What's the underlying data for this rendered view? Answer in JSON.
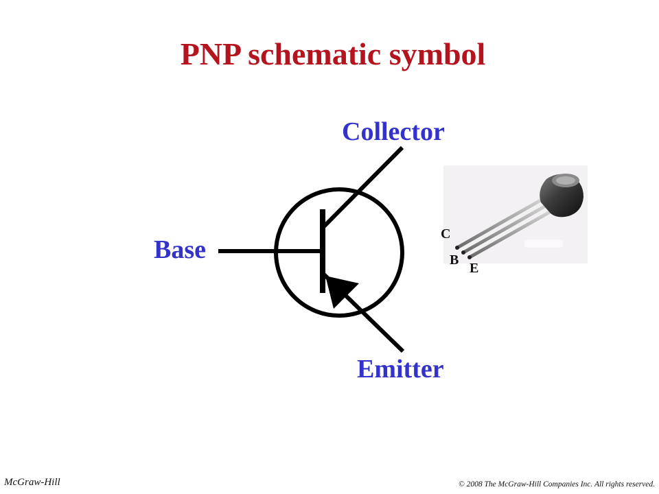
{
  "slide": {
    "title": "PNP schematic symbol",
    "title_color": "#b4141e",
    "label_color": "#3333cc"
  },
  "labels": {
    "collector": "Collector",
    "base": "Base",
    "emitter": "Emitter"
  },
  "transistor_photo": {
    "pins": {
      "c": "C",
      "b": "B",
      "e": "E"
    }
  },
  "footer": {
    "publisher": "McGraw-Hill",
    "copyright": "© 2008 The McGraw-Hill Companies Inc. All rights reserved."
  }
}
